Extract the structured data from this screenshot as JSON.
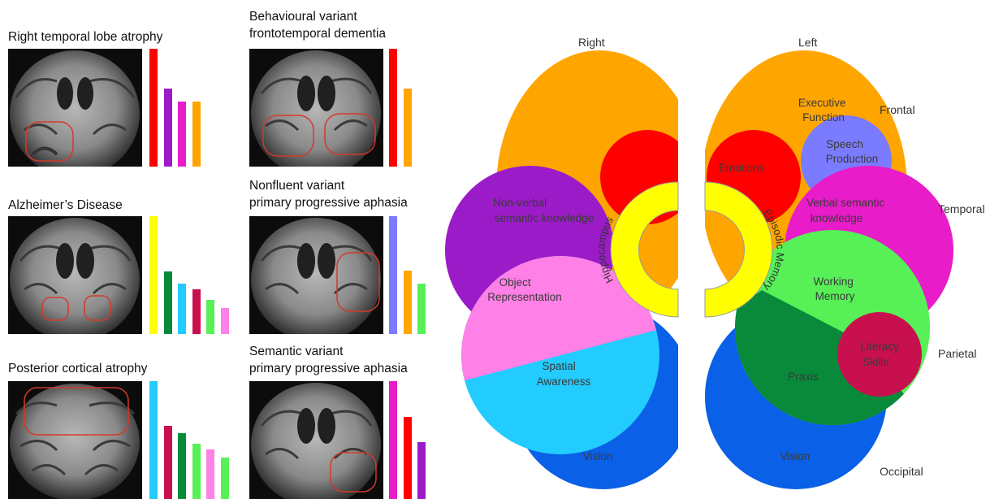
{
  "colors": {
    "frontal": "#FFA500",
    "emotions": "#FF0000",
    "speech_production": "#7B7BFF",
    "temporal_right": "#9B1BC8",
    "temporal_left": "#E81CC8",
    "object_representation": "#FF80E6",
    "spatial_awareness": "#22CCFF",
    "working_memory": "#57F057",
    "praxis": "#088A3A",
    "literacy_skills": "#C8104F",
    "vision": "#0A60E6",
    "episodic_memory": "#FFFF00"
  },
  "panels": [
    {
      "title_lines": [
        "Right temporal lobe atrophy"
      ],
      "bar_levels": [
        1.0,
        0.66,
        0.55,
        0.55
      ],
      "bar_colors": [
        "#FF0000",
        "#9B1BC8",
        "#E81CC8",
        "#FFA500"
      ]
    },
    {
      "title_lines": [
        "Behavioural variant",
        "frontotemporal dementia"
      ],
      "bar_levels": [
        1.0,
        0.66
      ],
      "bar_colors": [
        "#FF0000",
        "#FFA500"
      ]
    },
    {
      "title_lines": [
        "Alzheimer’s Disease"
      ],
      "bar_levels": [
        1.0,
        0.53,
        0.43,
        0.38,
        0.29,
        0.22
      ],
      "bar_colors": [
        "#FFFF00",
        "#088A3A",
        "#22CCFF",
        "#C8104F",
        "#57F057",
        "#FF80E6"
      ]
    },
    {
      "title_lines": [
        "Nonfluent variant",
        "primary progressive aphasia"
      ],
      "bar_levels": [
        1.0,
        0.54,
        0.43
      ],
      "bar_colors": [
        "#7B7BFF",
        "#FFA500",
        "#57F057"
      ]
    },
    {
      "title_lines": [
        "Posterior cortical atrophy"
      ],
      "bar_levels": [
        1.0,
        0.62,
        0.56,
        0.47,
        0.42,
        0.35
      ],
      "bar_colors": [
        "#22CCFF",
        "#C8104F",
        "#088A3A",
        "#57F057",
        "#FF80E6",
        "#57F057"
      ]
    },
    {
      "title_lines": [
        "Semantic variant",
        "primary progressive aphasia"
      ],
      "bar_levels": [
        1.0,
        0.7,
        0.48
      ],
      "bar_colors": [
        "#E81CC8",
        "#FF0000",
        "#9B1BC8"
      ]
    }
  ],
  "diagram": {
    "hemisphere_right": "Right",
    "hemisphere_left": "Left",
    "lobe_frontal": "Frontal",
    "lobe_temporal": "Temporal",
    "lobe_parietal": "Parietal",
    "lobe_occipital": "Occipital",
    "executive_function": [
      "Executive",
      "Function"
    ],
    "speech_production": [
      "Speech",
      "Production"
    ],
    "emotions": "Emotions",
    "nonverbal_semantic": [
      "Non-verbal",
      "semantic knowledge"
    ],
    "verbal_semantic": [
      "Verbal semantic",
      "knowledge"
    ],
    "object_representation": [
      "Object",
      "Representation"
    ],
    "spatial_awareness": [
      "Spatial",
      "Awareness"
    ],
    "working_memory": [
      "Working",
      "Memory"
    ],
    "literacy_skills": [
      "Literacy",
      "Skills"
    ],
    "praxis": "Praxis",
    "vision_right": "Vision",
    "vision_left": "Vision",
    "hippocampus": "Hippocampus",
    "episodic_memory": "Episodic Memory"
  }
}
